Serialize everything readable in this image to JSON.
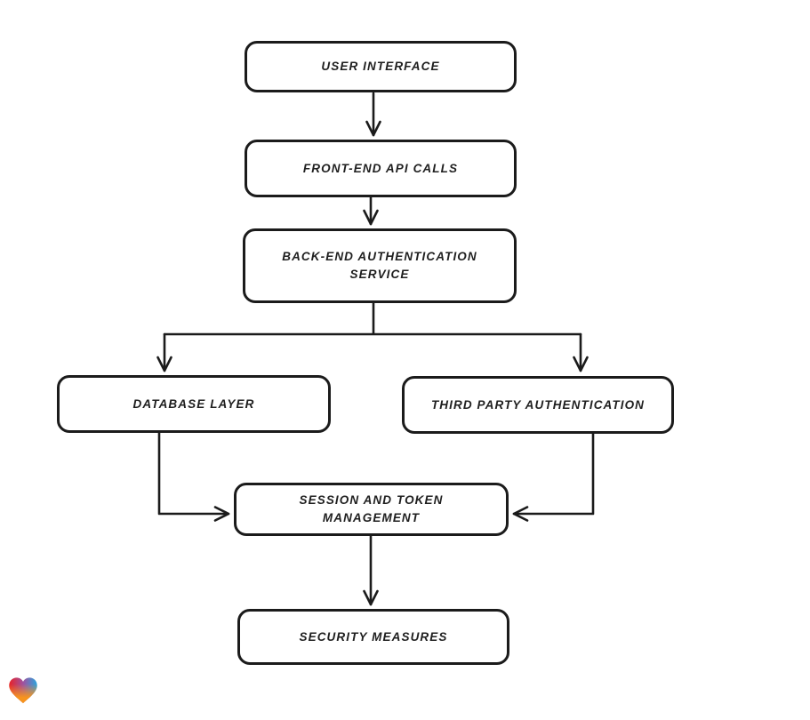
{
  "diagram": {
    "title": "",
    "background_color": "#ffffff",
    "stroke_color": "#1b1b1b",
    "nodes": [
      {
        "id": "user-interface",
        "label": "USER INTERFACE"
      },
      {
        "id": "front-end-api-calls",
        "label": "FRONT-END API CALLS"
      },
      {
        "id": "back-end-authentication-service",
        "label": "BACK-END AUTHENTICATION SERVICE"
      },
      {
        "id": "database-layer",
        "label": "DATABASE LAYER"
      },
      {
        "id": "third-party-authentication",
        "label": "THIRD PARTY AUTHENTICATION"
      },
      {
        "id": "session-and-token-management",
        "label": "SESSION AND TOKEN MANAGEMENT"
      },
      {
        "id": "security-measures",
        "label": "SECURITY MEASURES"
      }
    ],
    "edges": [
      {
        "from": "user-interface",
        "to": "front-end-api-calls"
      },
      {
        "from": "front-end-api-calls",
        "to": "back-end-authentication-service"
      },
      {
        "from": "back-end-authentication-service",
        "to": "database-layer"
      },
      {
        "from": "back-end-authentication-service",
        "to": "third-party-authentication"
      },
      {
        "from": "database-layer",
        "to": "session-and-token-management"
      },
      {
        "from": "third-party-authentication",
        "to": "session-and-token-management"
      },
      {
        "from": "session-and-token-management",
        "to": "security-measures"
      }
    ],
    "logo": {
      "name": "eraser-heart-logo",
      "colors": {
        "red": "#e82127",
        "purple_blend": "#a0529f",
        "blue": "#2aa5de",
        "orange": "#f7941d"
      }
    }
  }
}
